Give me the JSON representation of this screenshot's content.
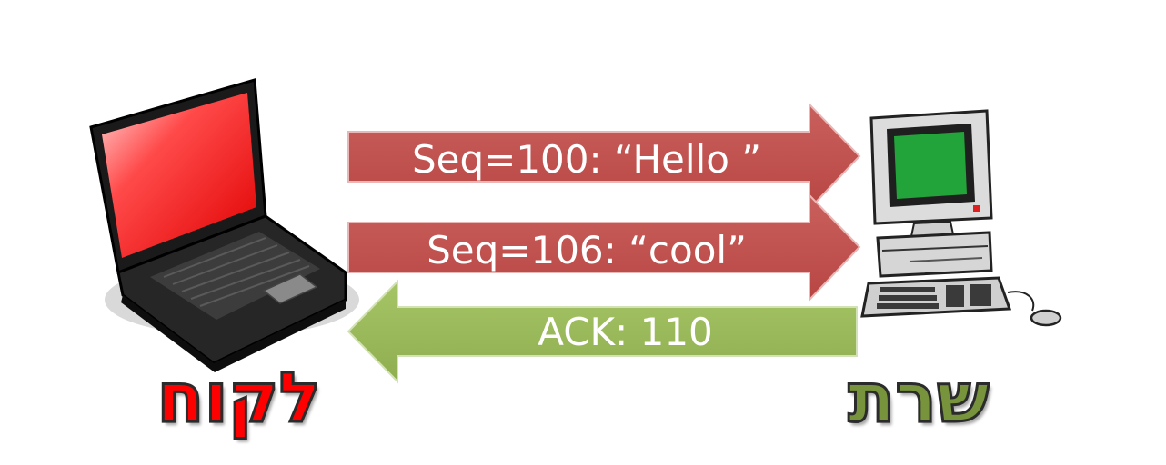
{
  "diagram": {
    "messages": [
      {
        "text": "Seq=100: “Hello ”",
        "direction": "client-to-server",
        "color": "#c0504d"
      },
      {
        "text": "Seq=106: “cool”",
        "direction": "client-to-server",
        "color": "#c0504d"
      },
      {
        "text": "ACK: 110",
        "direction": "server-to-client",
        "color": "#9bbb59"
      }
    ],
    "client": {
      "label": "לקוח",
      "color": "#ff0000",
      "icon": "laptop-icon"
    },
    "server": {
      "label": "שרת",
      "color": "#77933c",
      "icon": "desktop-computer-icon"
    }
  }
}
